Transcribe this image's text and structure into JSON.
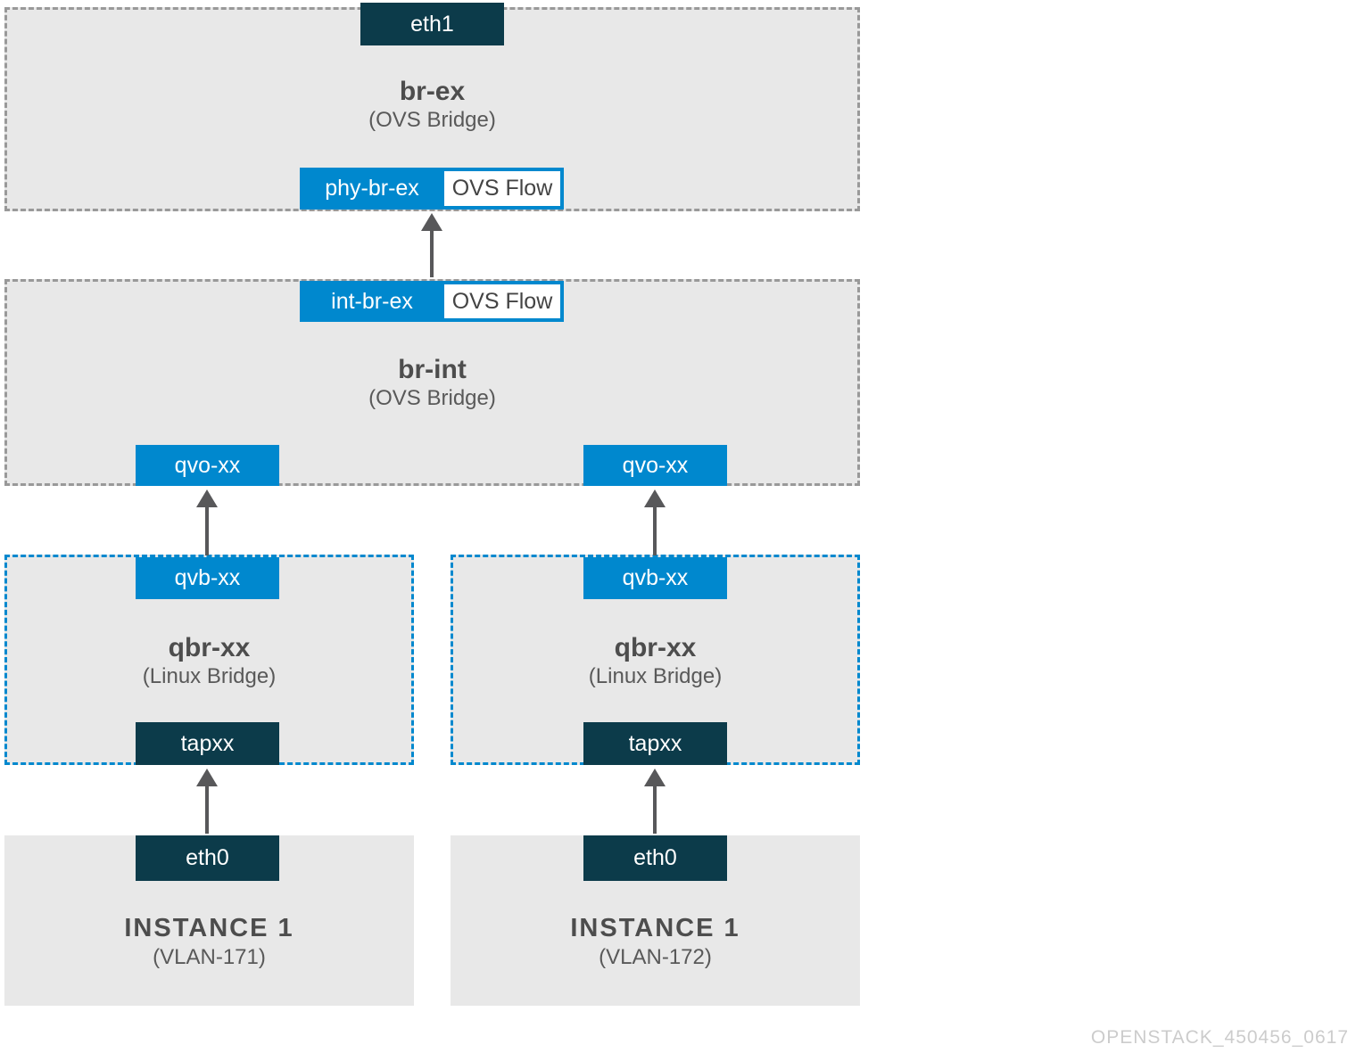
{
  "colors": {
    "box_fill": "#e8e8e8",
    "gray_dash_border": "#999999",
    "blue_accent": "#0088ce",
    "dark_teal": "#0c3b4a",
    "title_text": "#4d4d4d",
    "subtitle_text": "#595959",
    "arrow": "#58585a",
    "watermark_text": "#cccccc"
  },
  "br_ex": {
    "title": "br-ex",
    "subtitle": "(OVS Bridge)",
    "eth_port": "eth1",
    "patch_port": "phy-br-ex",
    "patch_flow": "OVS Flow"
  },
  "br_int": {
    "title": "br-int",
    "subtitle": "(OVS Bridge)",
    "patch_port": "int-br-ex",
    "patch_flow": "OVS Flow",
    "left_port": "qvo-xx",
    "right_port": "qvo-xx"
  },
  "qbr_left": {
    "title": "qbr-xx",
    "subtitle": "(Linux Bridge)",
    "top_port": "qvb-xx",
    "bottom_port": "tapxx"
  },
  "qbr_right": {
    "title": "qbr-xx",
    "subtitle": "(Linux Bridge)",
    "top_port": "qvb-xx",
    "bottom_port": "tapxx"
  },
  "instance_left": {
    "title": "INSTANCE 1",
    "subtitle": "(VLAN-171)",
    "port": "eth0"
  },
  "instance_right": {
    "title": "INSTANCE 1",
    "subtitle": "(VLAN-172)",
    "port": "eth0"
  },
  "watermark": "OPENSTACK_450456_0617"
}
